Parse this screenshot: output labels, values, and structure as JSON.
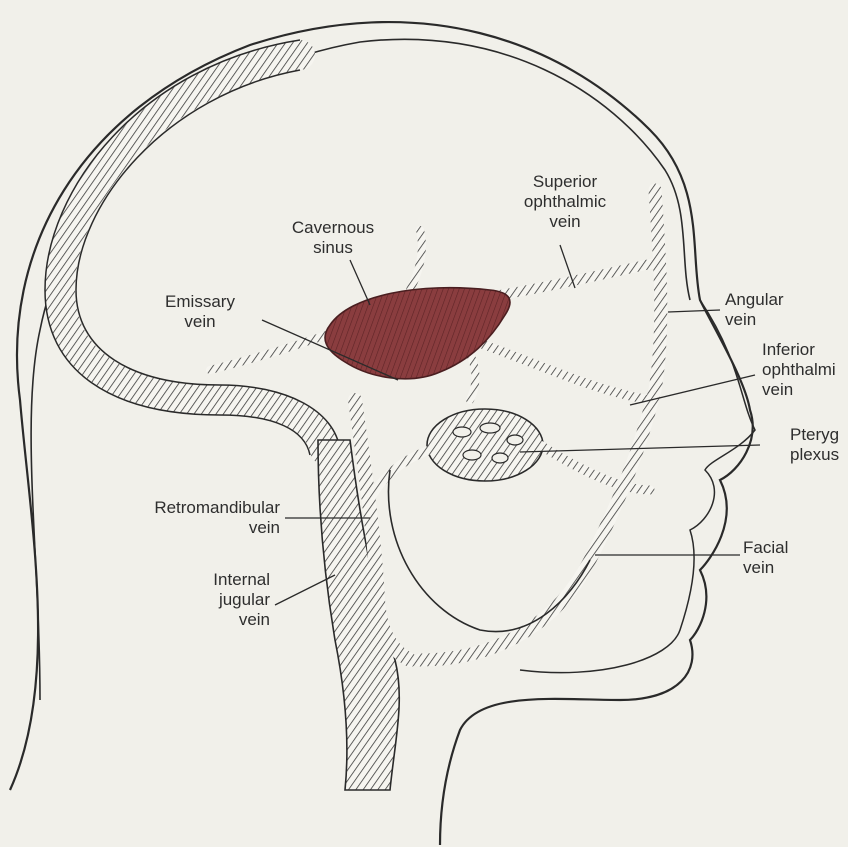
{
  "colors": {
    "background": "#f1f0ea",
    "ink": "#2a2a2a",
    "sinus": "#8a3d3f"
  },
  "labels": {
    "superior_ophthalmic": [
      "Superior",
      "ophthalmic",
      "vein"
    ],
    "cavernous_sinus": [
      "Cavernous",
      "sinus"
    ],
    "emissary": [
      "Emissary",
      "vein"
    ],
    "angular": [
      "Angular",
      "vein"
    ],
    "inferior_ophthalmic": [
      "Inferior",
      "ophthalmi",
      "vein"
    ],
    "pterygoid": [
      "Pteryg",
      "plexus"
    ],
    "retromandibular": [
      "Retromandibular",
      "vein"
    ],
    "internal_jugular": [
      "Internal",
      "jugular",
      "vein"
    ],
    "facial": [
      "Facial",
      "vein"
    ]
  }
}
